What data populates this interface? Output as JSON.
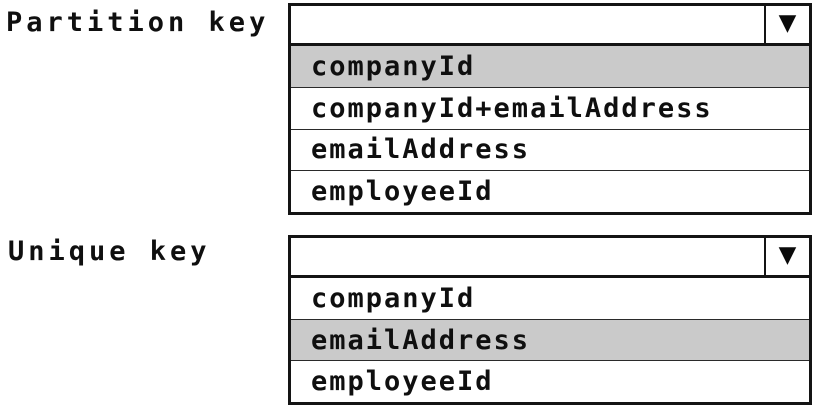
{
  "colors": {
    "background": "#ffffff",
    "border": "#141414",
    "text": "#0f0f0f",
    "highlight": "#cacaca"
  },
  "icons": {
    "dropdown_arrow": "▼"
  },
  "dropdowns": [
    {
      "label": "Partition key",
      "value": "",
      "options": [
        {
          "label": "companyId",
          "highlighted": true
        },
        {
          "label": "companyId+emailAddress",
          "highlighted": false
        },
        {
          "label": "emailAddress",
          "highlighted": false
        },
        {
          "label": "employeeId",
          "highlighted": false
        }
      ]
    },
    {
      "label": "Unique key",
      "value": "",
      "options": [
        {
          "label": "companyId",
          "highlighted": false
        },
        {
          "label": "emailAddress",
          "highlighted": true
        },
        {
          "label": "employeeId",
          "highlighted": false
        }
      ]
    }
  ]
}
